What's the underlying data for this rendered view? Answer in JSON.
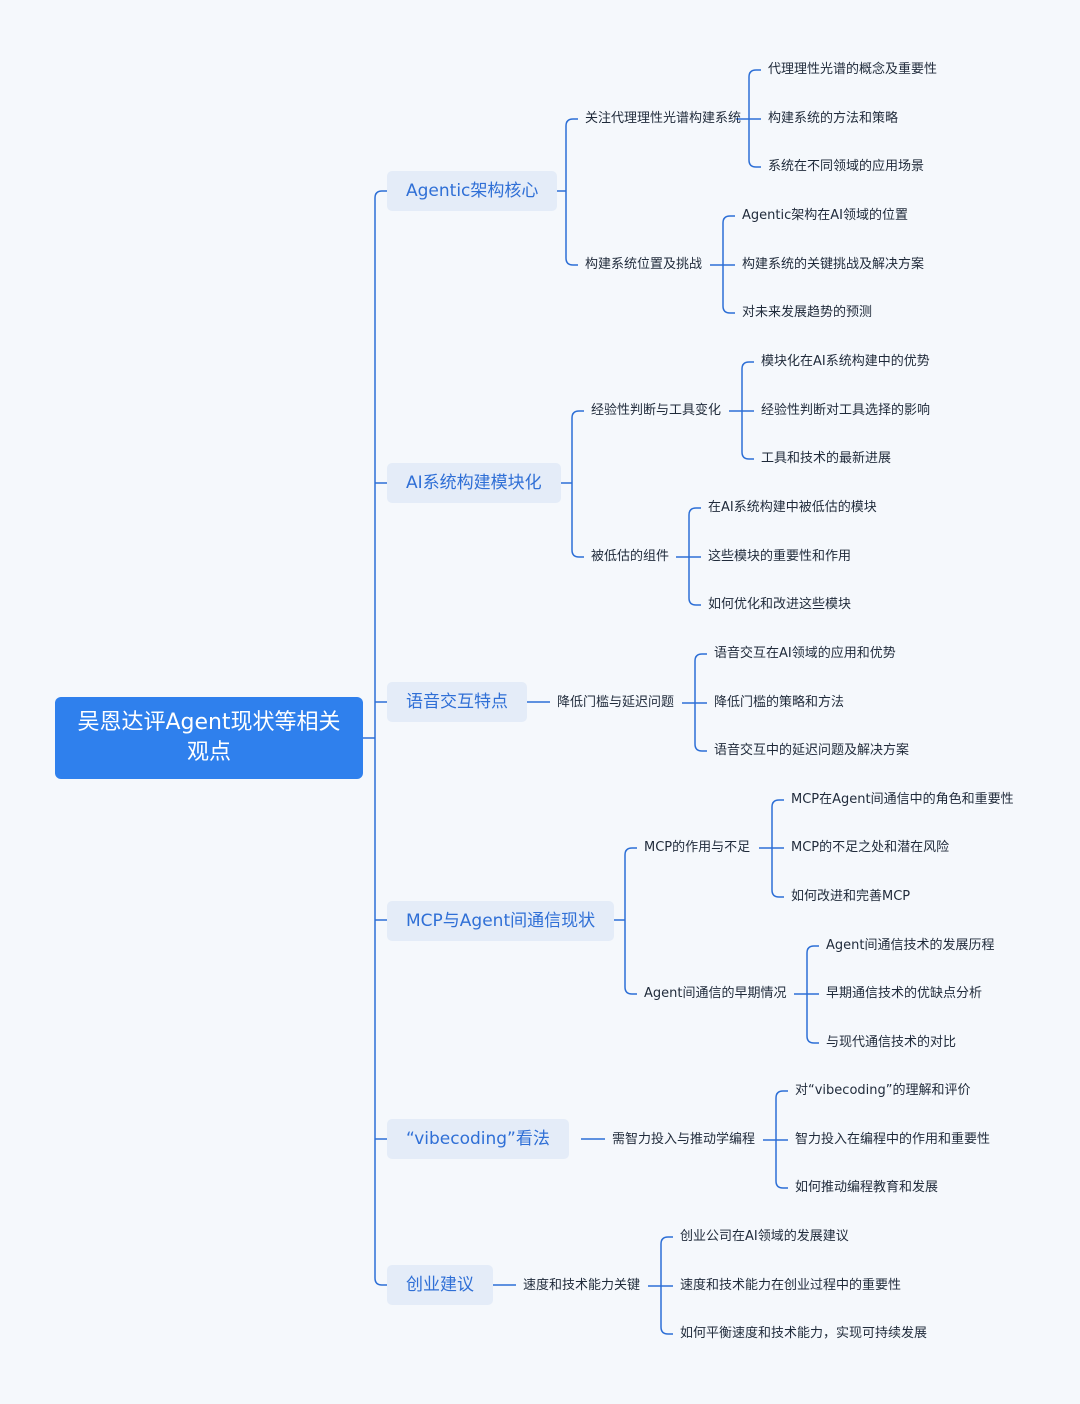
{
  "colors": {
    "line": "#2d6fd6",
    "root_bg": "#2f80ed",
    "branch_bg": "#e4ecf8",
    "branch_text": "#2f6fd6",
    "background": "#f5f8fc"
  },
  "root": {
    "label": "吴恩达评Agent现状等相关观点"
  },
  "branches": [
    {
      "label": "Agentic架构核心",
      "children": [
        {
          "label": "关注代理理性光谱构建系统",
          "children": [
            "代理理性光谱的概念及重要性",
            "构建系统的方法和策略",
            "系统在不同领域的应用场景"
          ]
        },
        {
          "label": "构建系统位置及挑战",
          "children": [
            "Agentic架构在AI领域的位置",
            "构建系统的关键挑战及解决方案",
            "对未来发展趋势的预测"
          ]
        }
      ]
    },
    {
      "label": "AI系统构建模块化",
      "children": [
        {
          "label": "经验性判断与工具变化",
          "children": [
            "模块化在AI系统构建中的优势",
            "经验性判断对工具选择的影响",
            "工具和技术的最新进展"
          ]
        },
        {
          "label": "被低估的组件",
          "children": [
            "在AI系统构建中被低估的模块",
            "这些模块的重要性和作用",
            "如何优化和改进这些模块"
          ]
        }
      ]
    },
    {
      "label": "语音交互特点",
      "children": [
        {
          "label": "降低门槛与延迟问题",
          "children": [
            "语音交互在AI领域的应用和优势",
            "降低门槛的策略和方法",
            "语音交互中的延迟问题及解决方案"
          ]
        }
      ]
    },
    {
      "label": "MCP与Agent间通信现状",
      "children": [
        {
          "label": "MCP的作用与不足",
          "children": [
            "MCP在Agent间通信中的角色和重要性",
            "MCP的不足之处和潜在风险",
            "如何改进和完善MCP"
          ]
        },
        {
          "label": "Agent间通信的早期情况",
          "children": [
            "Agent间通信技术的发展历程",
            "早期通信技术的优缺点分析",
            "与现代通信技术的对比"
          ]
        }
      ]
    },
    {
      "label": "“vibecoding”看法",
      "children": [
        {
          "label": "需智力投入与推动学编程",
          "children": [
            "对“vibecoding”的理解和评价",
            "智力投入在编程中的作用和重要性",
            "如何推动编程教育和发展"
          ]
        }
      ]
    },
    {
      "label": "创业建议",
      "children": [
        {
          "label": "速度和技术能力关键",
          "children": [
            "创业公司在AI领域的发展建议",
            "速度和技术能力在创业过程中的重要性",
            "如何平衡速度和技术能力，实现可持续发展"
          ]
        }
      ]
    }
  ]
}
